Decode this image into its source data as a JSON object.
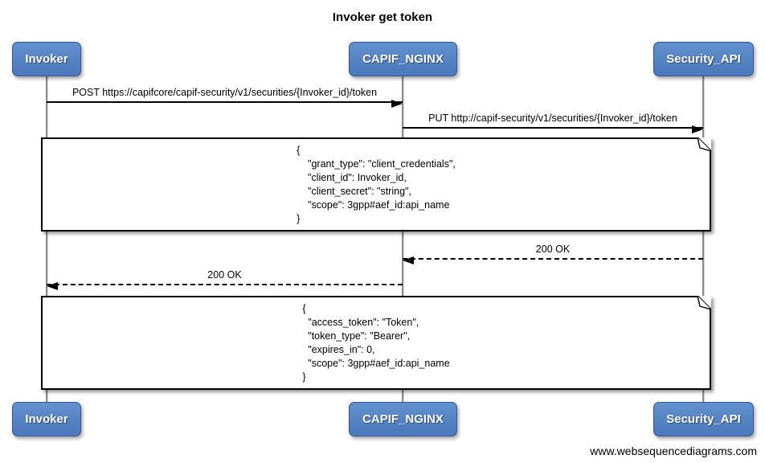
{
  "title": "Invoker get token",
  "participants": [
    {
      "label": "Invoker"
    },
    {
      "label": "CAPIF_NGINX"
    },
    {
      "label": "Security_API"
    }
  ],
  "messages": [
    {
      "from": "Invoker",
      "to": "CAPIF_NGINX",
      "line": "solid",
      "label": "POST https://capifcore/capif-security/v1/securities/{Invoker_id}/token"
    },
    {
      "from": "CAPIF_NGINX",
      "to": "Security_API",
      "line": "solid",
      "label": "PUT http://capif-security/v1/securities/{Invoker_id}/token"
    },
    {
      "from": "Security_API",
      "to": "CAPIF_NGINX",
      "line": "dashed",
      "label": "200 OK"
    },
    {
      "from": "CAPIF_NGINX",
      "to": "Invoker",
      "line": "dashed",
      "label": "200 OK"
    }
  ],
  "notes": [
    {
      "text": "{\n    \"grant_type\": \"client_credentials\",\n    \"client_id\": Invoker_id,\n    \"client_secret\": \"string\",\n    \"scope\": 3gpp#aef_id:api_name\n}"
    },
    {
      "text": "{\n  \"access_token\": \"Token\",\n  \"token_type\": \"Bearer\",\n  \"expires_in\": 0,\n  \"scope\": 3gpp#aef_id:api_name\n}"
    }
  ],
  "watermark": "www.websequencediagrams.com",
  "colors": {
    "participant_fill": "#4d7abd",
    "participant_border": "#33568e",
    "lifeline": "#8a8a8a",
    "message_line": "#000000",
    "note_background": "#ffffff",
    "note_border": "#000000",
    "background": "#ffffff"
  }
}
